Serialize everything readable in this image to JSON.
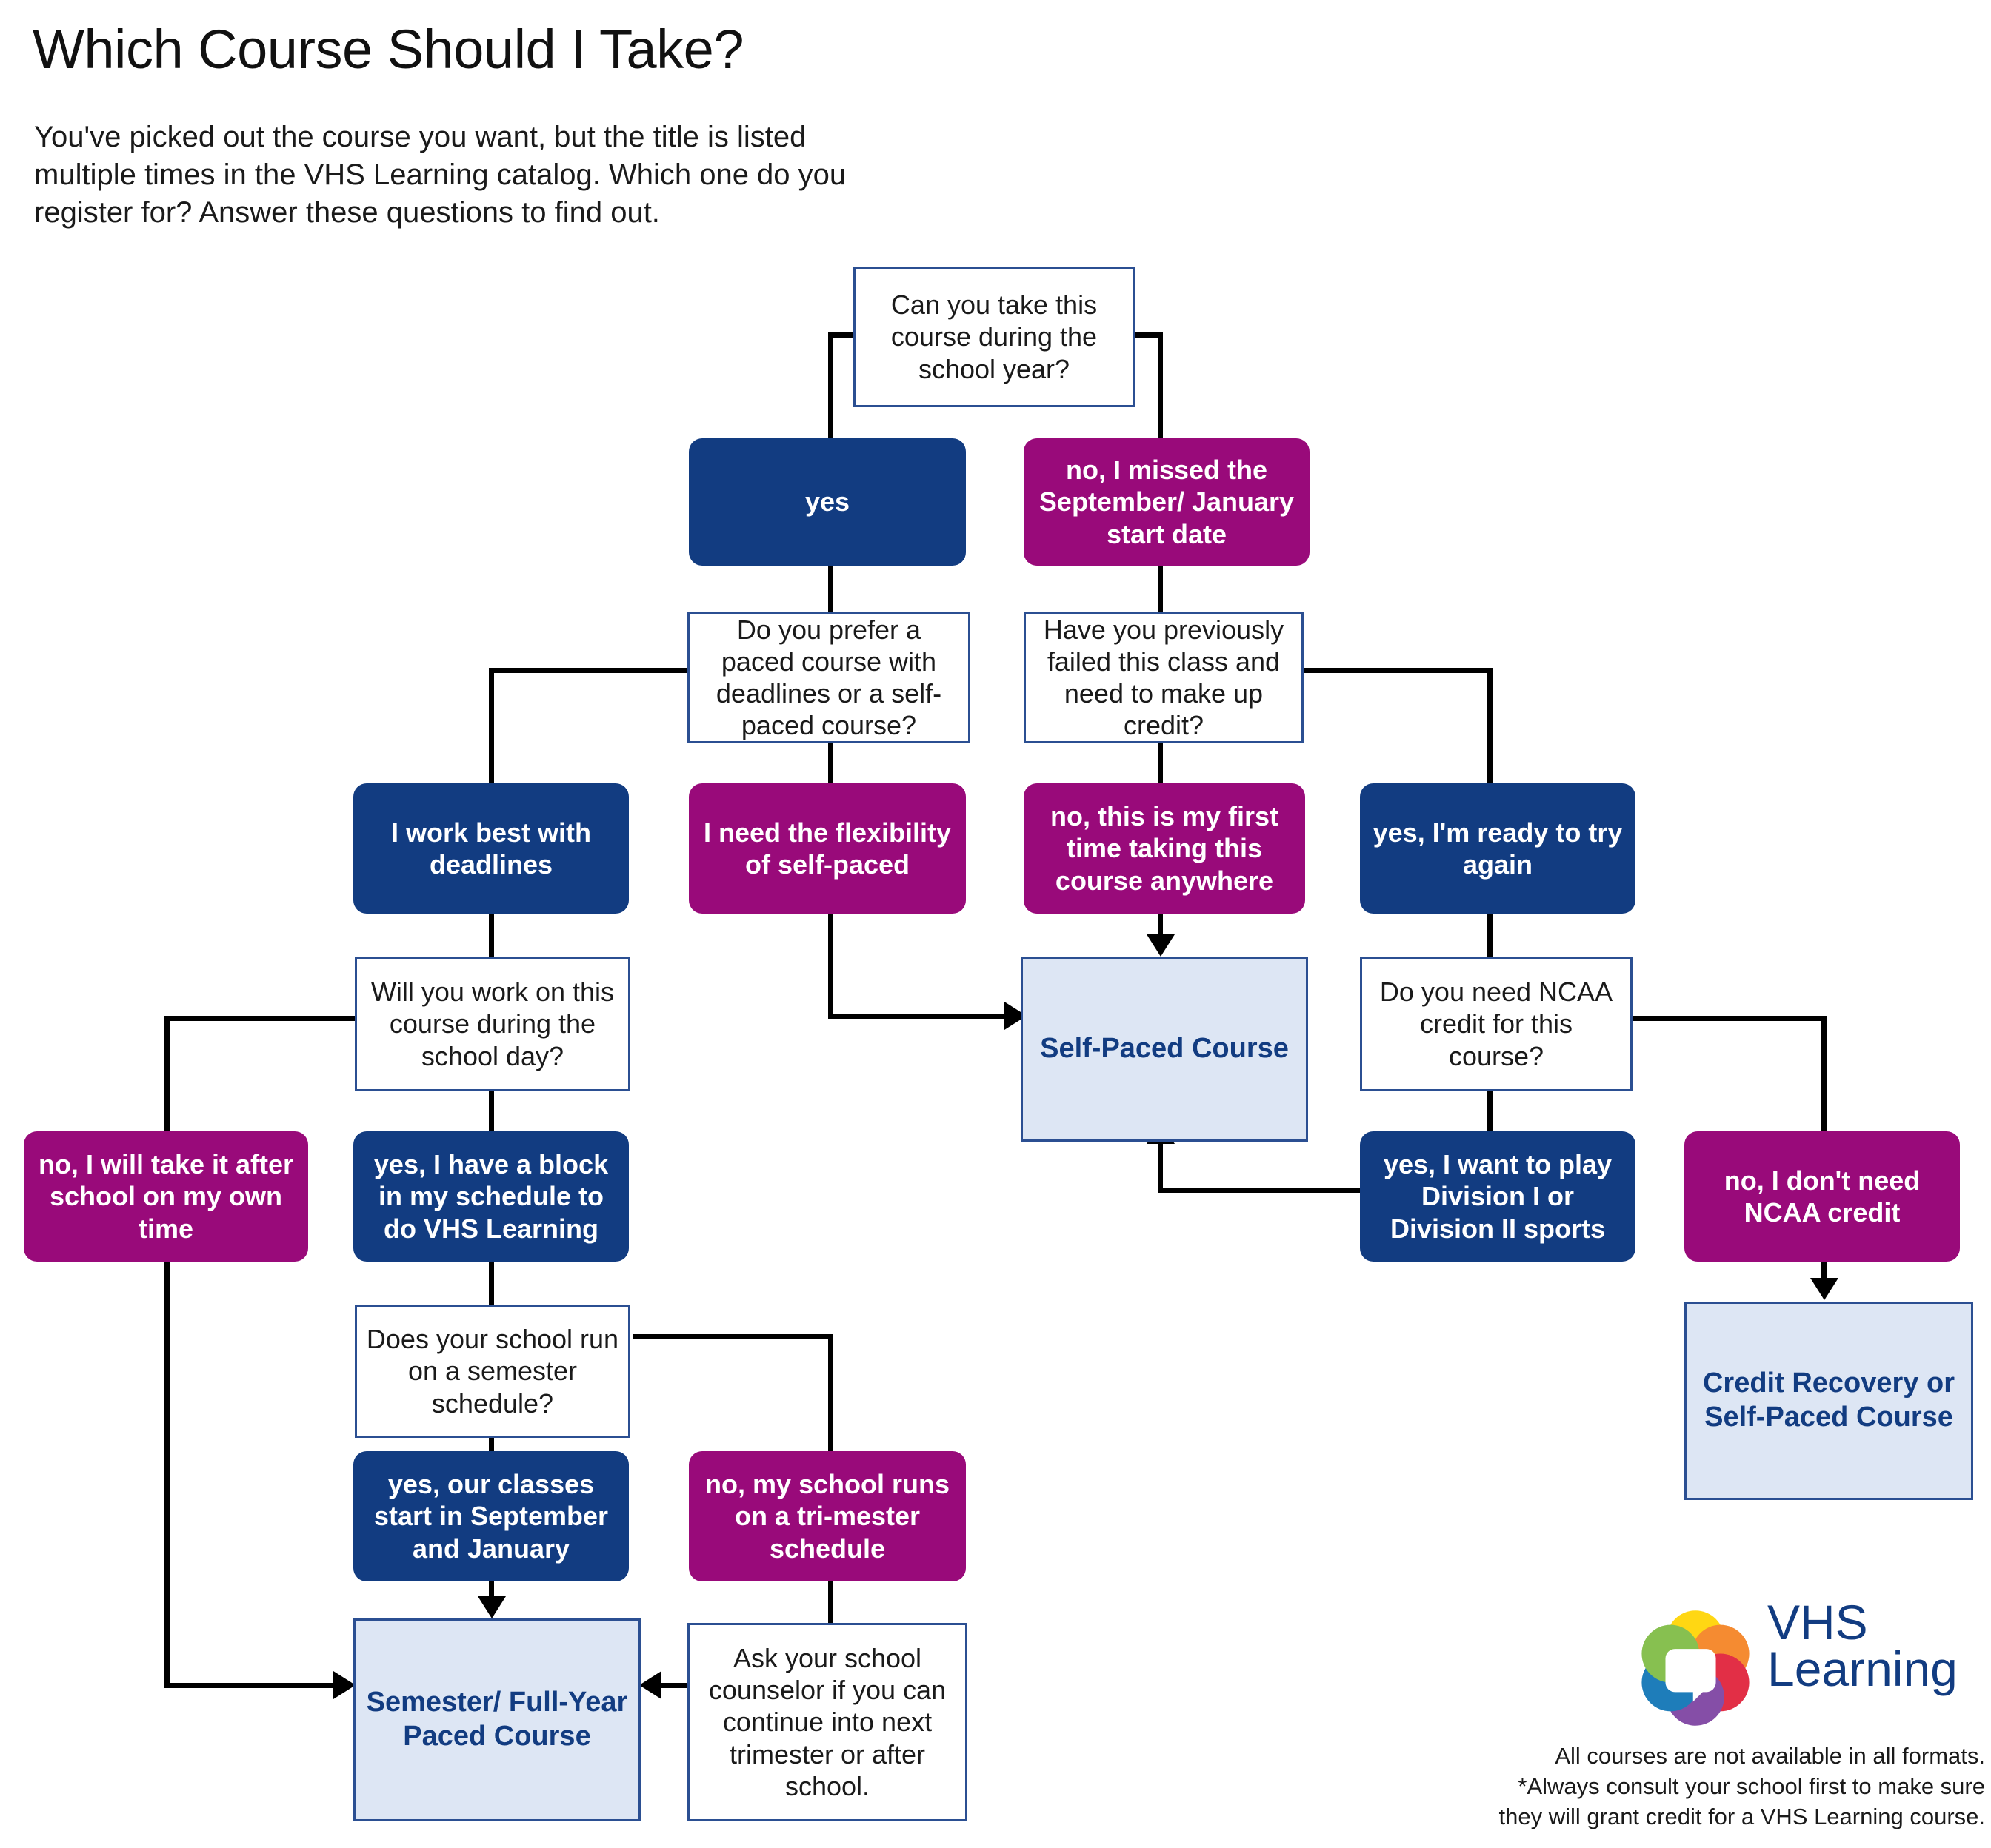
{
  "header": {
    "title": "Which Course Should I Take?",
    "intro": "You've picked out the course you want, but the title is listed multiple times in the VHS Learning catalog. Which one do you register for? Answer these questions to find out."
  },
  "colors": {
    "navy": "#123c81",
    "magenta": "#990a7a",
    "result_fill": "#dde6f4",
    "result_border": "#2b4f92",
    "question_border": "#2b4f92",
    "line": "#000000"
  },
  "flow": {
    "q_school_year": "Can you take this course during the school year?",
    "a_yes": "yes",
    "a_no_missed": "no, I missed the September/ January start date",
    "q_paced_or_self": "Do you prefer a paced course with deadlines or a self-paced course?",
    "q_previously_failed": "Have you previously failed this class and need to make up credit?",
    "a_work_best_deadlines": "I work best with deadlines",
    "a_need_flexibility": "I need the flexibility of self-paced",
    "a_first_time": "no, this is my first time taking this course anywhere",
    "a_ready_try_again": "yes, I'm ready to try again",
    "q_school_day": "Will you work on this course during the school day?",
    "r_self_paced": "Self-Paced Course",
    "q_ncaa": "Do you need NCAA credit for this course?",
    "a_after_school": "no, I will take it after school on my own time",
    "a_block_schedule": "yes, I have a block in my schedule to do VHS Learning",
    "a_division_sports": "yes, I want to play Division I or Division II sports",
    "a_no_ncaa": "no, I don't need NCAA credit",
    "q_semester_schedule": "Does your school run on a semester schedule?",
    "r_credit_recovery": "Credit Recovery or Self-Paced Course",
    "a_sept_january": "yes, our classes start in September and January",
    "a_trimester": "no, my school runs on a tri-mester schedule",
    "r_semester_full_year": "Semester/ Full-Year Paced Course",
    "n_ask_counselor": "Ask your school counselor if you can continue into next trimester or after school."
  },
  "logo": {
    "line1": "VHS",
    "line2": "Learning",
    "mark_name": "vhs-learning-petal-mark"
  },
  "footer": {
    "line1": "All courses are not available in all formats.",
    "line2": "*Always consult your school first to make sure",
    "line3": "they will grant credit for a VHS Learning course."
  }
}
